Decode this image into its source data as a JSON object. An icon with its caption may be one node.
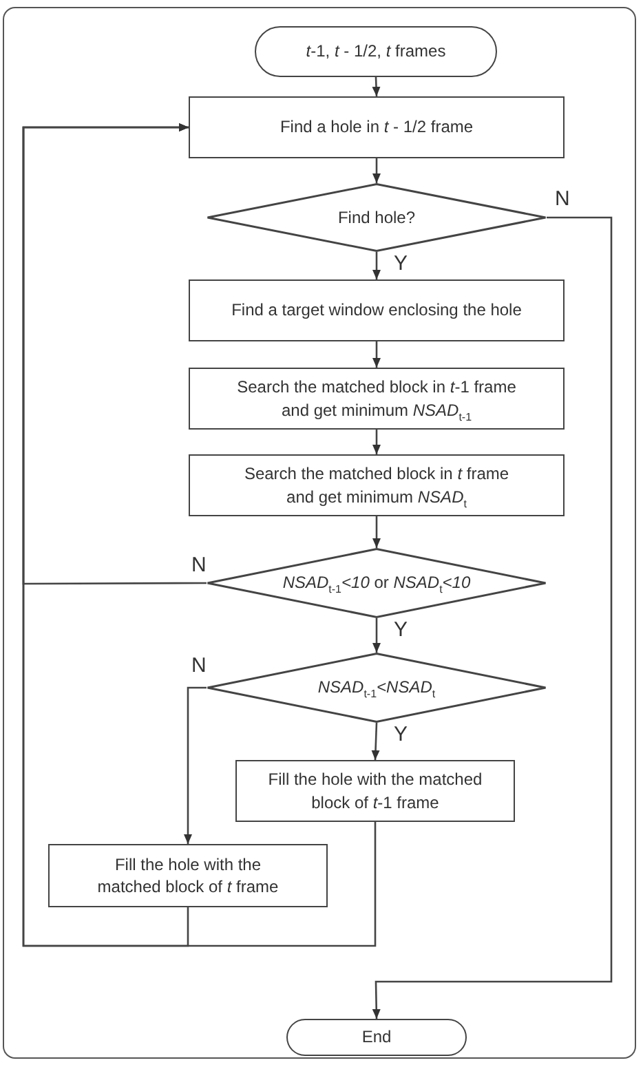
{
  "diagram": {
    "nodes": [
      {
        "text": [
          "*t*-1, *t* - 1/2, *t* frames"
        ]
      },
      {
        "text": [
          "Find a hole in *t* - 1/2 frame"
        ]
      },
      {
        "text": [
          "Find hole?"
        ]
      },
      {
        "text": [
          "Find a target window enclosing the hole"
        ]
      },
      {
        "text": [
          "Search the matched block in *t*-1 frame and get minimum *NSAD*$_{t-1}$"
        ]
      },
      {
        "text": [
          "Search the matched block in *t* frame and get minimum *NSAD*$_{t}$"
        ]
      },
      {
        "text": [
          "*NSAD*$_{t-1}$*<10* or *NSAD*$_{t}$*<10*"
        ]
      },
      {
        "text": [
          "*NSAD*$_{t-1}$*<NSAD*$_{t}$"
        ]
      },
      {
        "text": [
          "Fill the hole with the matched block of *t*-1 frame"
        ]
      },
      {
        "text": [
          "Fill the hole with the matched block of *t* frame"
        ]
      },
      {
        "text": [
          "End"
        ]
      }
    ],
    "edges": [
      {
        "from": 0,
        "to": 1,
        "arrow": "to"
      },
      {
        "from": 1,
        "to": 2,
        "arrow": "to"
      },
      {
        "from": 2,
        "to": 3,
        "arrow": "to",
        "label": "Y"
      },
      {
        "from": 2,
        "to": 10,
        "arrow": "to",
        "label": "N"
      },
      {
        "from": 3,
        "to": 4,
        "arrow": "to"
      },
      {
        "from": 4,
        "to": 5,
        "arrow": "to"
      },
      {
        "from": 5,
        "to": 6,
        "arrow": "to"
      },
      {
        "from": 6,
        "to": 1,
        "arrow": "to",
        "label": "N"
      },
      {
        "from": 6,
        "to": 7,
        "arrow": "to",
        "label": "Y"
      },
      {
        "from": 7,
        "to": 8,
        "arrow": "to",
        "label": "Y"
      },
      {
        "from": 7,
        "to": 9,
        "arrow": "to",
        "label": "N"
      },
      {
        "from": 8,
        "to": 1,
        "arrow": "to"
      },
      {
        "from": 9,
        "to": 1,
        "arrow": "to"
      }
    ]
  }
}
